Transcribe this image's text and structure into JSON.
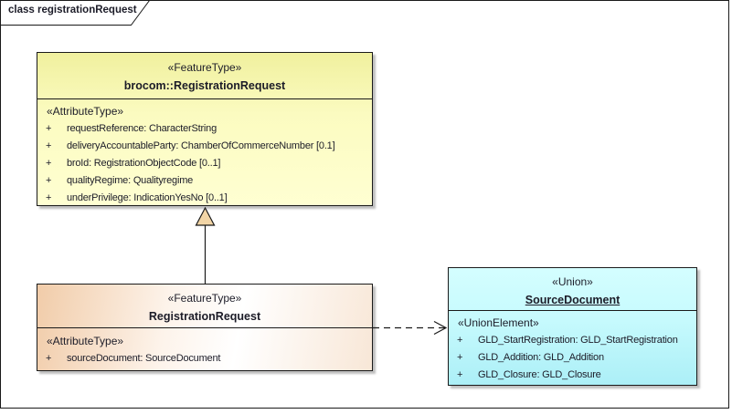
{
  "frame": {
    "tab_label": "class registrationRequest"
  },
  "colors": {
    "yellow_class_fill": "#ffffcc",
    "peach_class_fill": "#f1cca9",
    "cyan_class_fill": "#ccffff",
    "generalization_arrowhead_fill": "#f2d5a6",
    "border": "#1a1a1a",
    "text": "#1c1c28"
  },
  "classes": [
    {
      "stereotype": "«FeatureType»",
      "name": "brocom::RegistrationRequest",
      "section_label": "«AttributeType»",
      "attributes": [
        {
          "visibility": "+",
          "text": "requestReference: CharacterString"
        },
        {
          "visibility": "+",
          "text": "deliveryAccountableParty: ChamberOfCommerceNumber [0.1]"
        },
        {
          "visibility": "+",
          "text": "broId: RegistrationObjectCode [0..1]"
        },
        {
          "visibility": "+",
          "text": "qualityRegime: Qualityregime"
        },
        {
          "visibility": "+",
          "text": "underPrivilege: IndicationYesNo [0..1]"
        }
      ]
    },
    {
      "stereotype": "«FeatureType»",
      "name": "RegistrationRequest",
      "section_label": "«AttributeType»",
      "attributes": [
        {
          "visibility": "+",
          "text": "sourceDocument: SourceDocument"
        }
      ]
    },
    {
      "stereotype": "«Union»",
      "name": "SourceDocument",
      "section_label": "«UnionElement»",
      "attributes": [
        {
          "visibility": "+",
          "text": "GLD_StartRegistration: GLD_StartRegistration"
        },
        {
          "visibility": "+",
          "text": "GLD_Addition: GLD_Addition"
        },
        {
          "visibility": "+",
          "text": "GLD_Closure: GLD_Closure"
        }
      ]
    }
  ],
  "relationships": [
    {
      "type": "generalization",
      "source": "RegistrationRequest",
      "target": "brocom::RegistrationRequest"
    },
    {
      "type": "dependency",
      "source": "RegistrationRequest",
      "target": "SourceDocument"
    }
  ]
}
